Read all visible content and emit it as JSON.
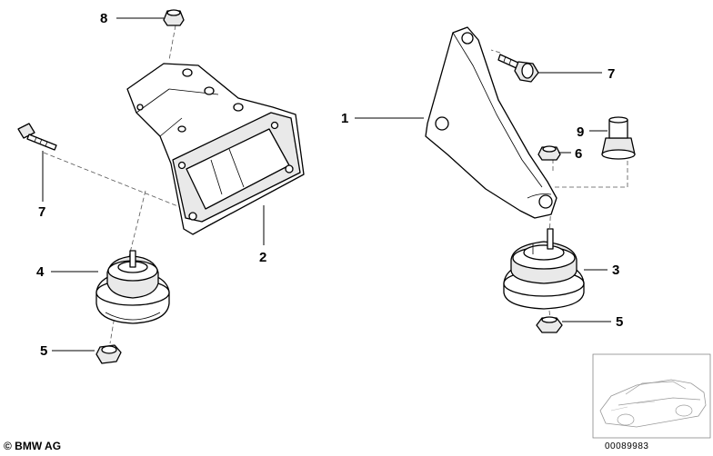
{
  "callouts": {
    "c8": "8",
    "c7a": "7",
    "c4": "4",
    "c5a": "5",
    "c2": "2",
    "c1": "1",
    "c7b": "7",
    "c9": "9",
    "c6": "6",
    "c3": "3",
    "c5b": "5"
  },
  "footer": {
    "copyright": "© BMW AG",
    "doc_number": "00089983"
  }
}
